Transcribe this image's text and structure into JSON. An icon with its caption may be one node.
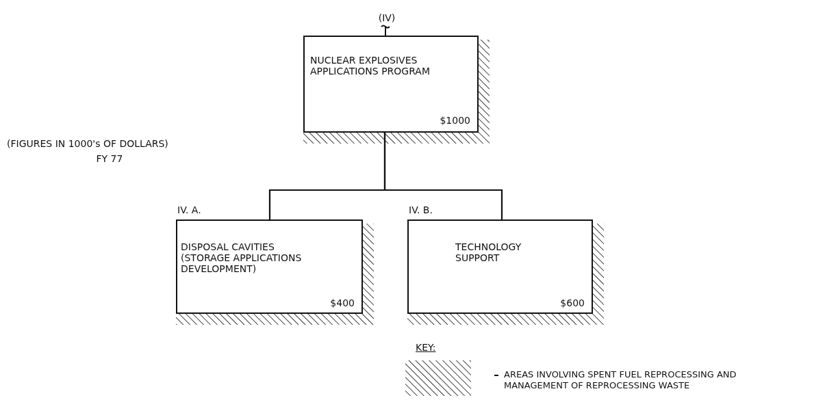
{
  "diagram": {
    "nodes": [
      {
        "text": [
          "(IV)",
          "NUCLEAR EXPLOSIVES APPLICATIONS PROGRAM",
          "$1000"
        ]
      },
      {
        "text": [
          "IV. A.",
          "DISPOSAL CAVITIES (STORAGE APPLICATIONS DEVELOPMENT)",
          "$400"
        ]
      },
      {
        "text": [
          "IV. B.",
          "TECHNOLOGY SUPPORT",
          "$600"
        ]
      }
    ],
    "edges": [
      {
        "from": 0,
        "to": 1,
        "arrow": "none"
      },
      {
        "from": 0,
        "to": 2,
        "arrow": "none"
      }
    ],
    "labels": [
      "(FIGURES IN 1000's OF DOLLARS)",
      "FY 77",
      "KEY:"
    ],
    "legend": [
      {
        "text": "AREAS INVOLVING SPENT FUEL REPROCESSING AND MANAGEMENT OF REPROCESSING WASTE"
      }
    ]
  }
}
